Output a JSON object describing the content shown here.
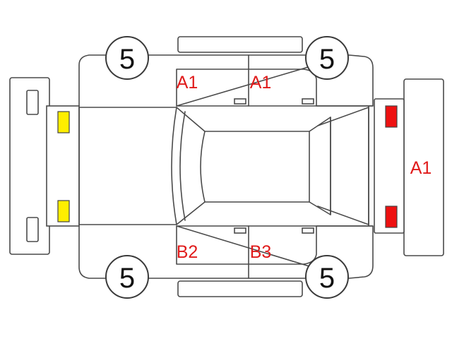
{
  "colors": {
    "damage_code": "#e01b1b",
    "front_lamp": "#ffee00",
    "rear_lamp": "#ee1111",
    "outline": "#4a4a4a"
  },
  "tires": {
    "front_left": "5",
    "rear_left": "5",
    "front_right": "5",
    "rear_right": "5"
  },
  "damage_codes": {
    "front_door_left": "A1",
    "rear_door_left": "A1",
    "rear_panel": "A1",
    "front_door_right": "B2",
    "rear_door_right": "B3"
  }
}
